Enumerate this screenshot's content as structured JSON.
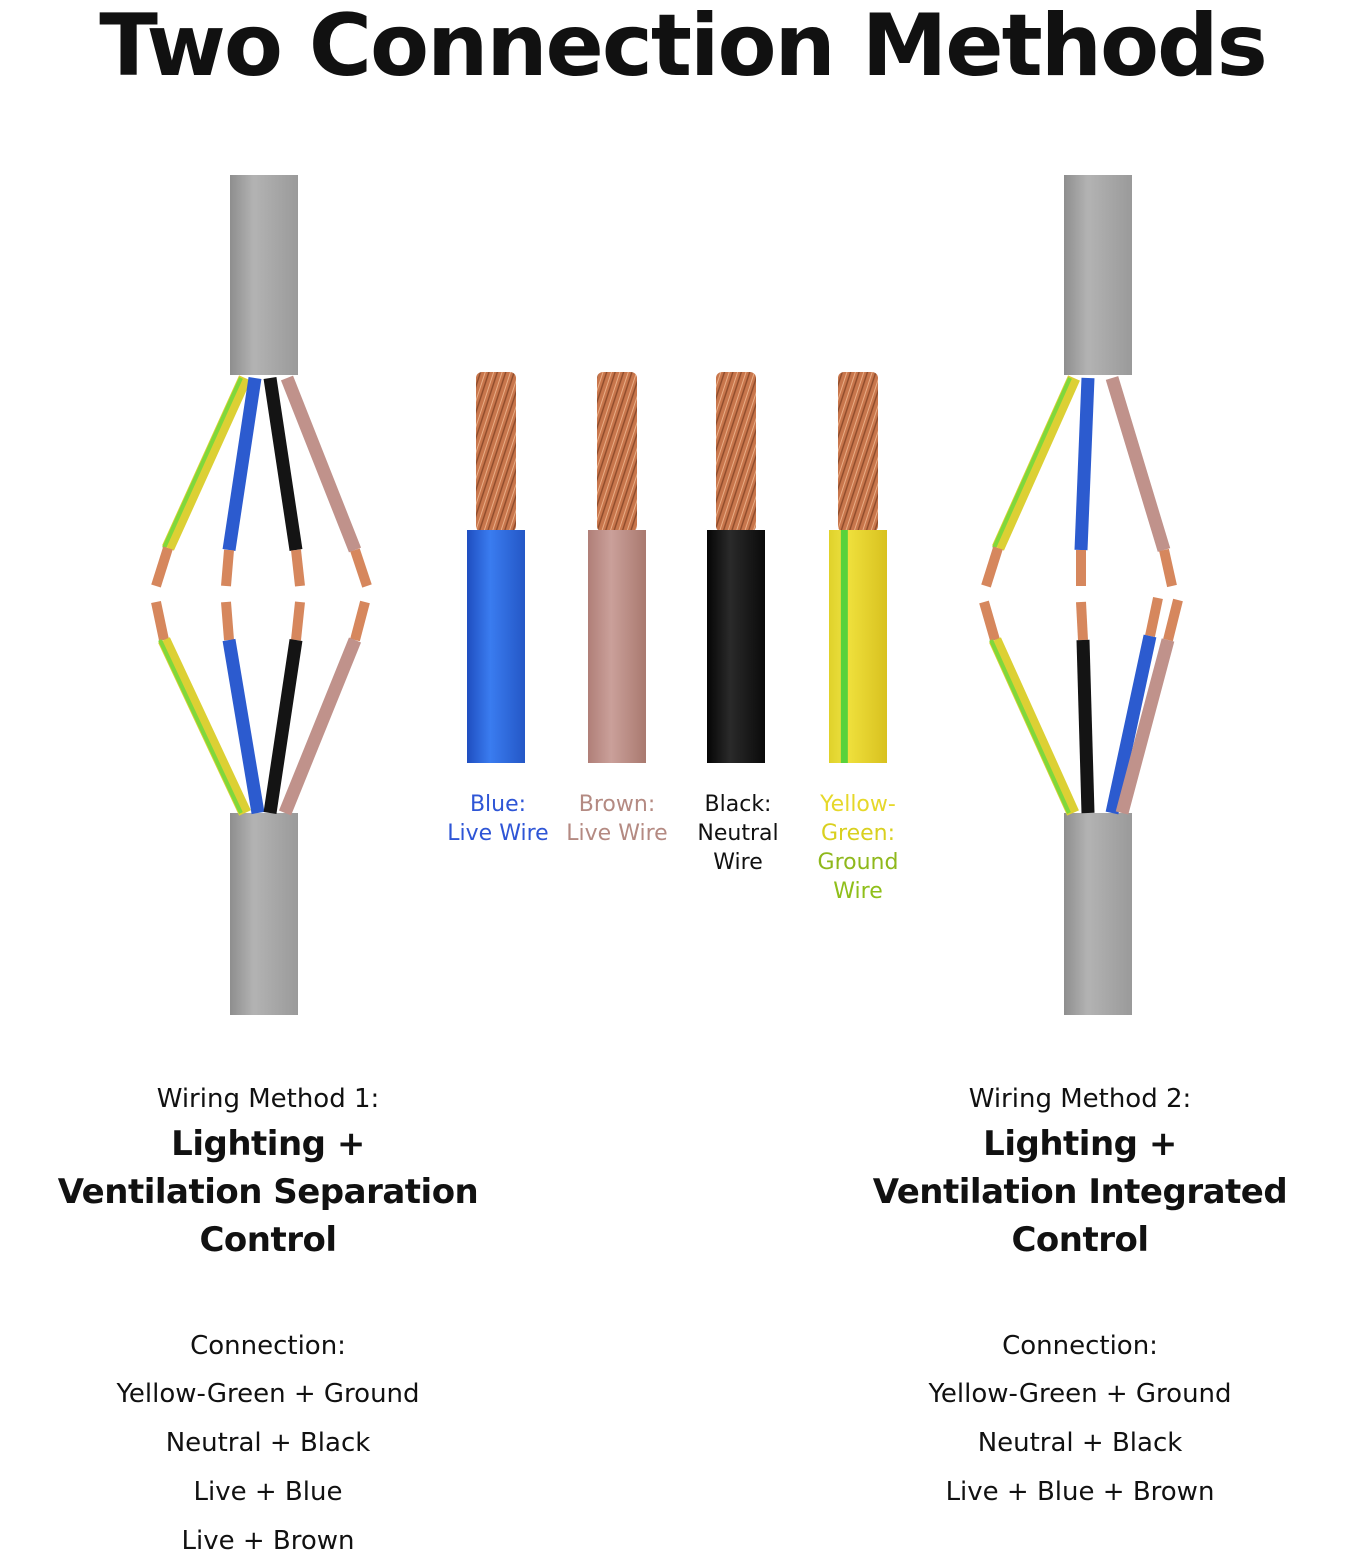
{
  "title": "Two Connection Methods",
  "colors": {
    "blue": "#2f6ce0",
    "brown": "#c7938a",
    "black": "#151515",
    "yellow": "#e7e03a",
    "green": "#58d23a",
    "gray": "#a4a4a4",
    "copper": "#c87a52"
  },
  "wires": [
    {
      "name": "Blue:",
      "desc": "Live Wire",
      "color": "#2e55d6"
    },
    {
      "name": "Brown:",
      "desc": "Live Wire",
      "color": "#b48a82"
    },
    {
      "name": "Black:",
      "desc": "Neutral Wire",
      "color": "#111111"
    },
    {
      "name": "Yellow-Green:",
      "desc": "Ground Wire",
      "color": "#8fbf1a"
    }
  ],
  "wire_label_lines": [
    [
      "Blue:",
      "Live Wire"
    ],
    [
      "Brown:",
      "Live Wire"
    ],
    [
      "Black:",
      "Neutral",
      "Wire"
    ],
    [
      "Yellow-",
      "Green:",
      "Ground",
      "Wire"
    ]
  ],
  "methods": [
    {
      "subtitle": "Wiring Method 1:",
      "heading1": "Lighting +",
      "heading2": "Ventilation Separation Control",
      "connection_title": "Connection:",
      "connections": [
        "Yellow-Green + Ground",
        "Neutral + Black",
        "Live + Blue",
        "Live + Brown"
      ]
    },
    {
      "subtitle": "Wiring Method 2:",
      "heading1": "Lighting +",
      "heading2": "Ventilation Integrated Control",
      "connection_title": "Connection:",
      "connections": [
        "Yellow-Green + Ground",
        "Neutral + Black",
        "Live + Blue + Brown"
      ]
    }
  ]
}
